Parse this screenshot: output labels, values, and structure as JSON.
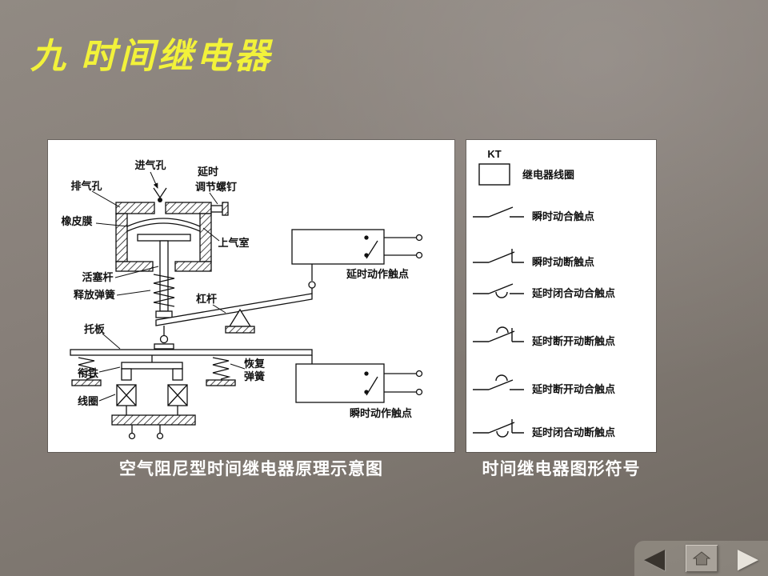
{
  "slide": {
    "title": "九  时间继电器",
    "captions": {
      "left": "空气阻尼型时间继电器原理示意图",
      "right": "时间继电器图形符号"
    }
  },
  "schematic": {
    "labels": {
      "intake_hole": "进气孔",
      "delay": "延时",
      "adjust_screw": "调节螺钉",
      "exhaust_hole": "排气孔",
      "rubber_membrane": "橡皮膜",
      "upper_air_chamber": "上气室",
      "piston_rod": "活塞杆",
      "release_spring": "释放弹簧",
      "lever": "杠杆",
      "support_plate": "托板",
      "recovery_spring_line1": "恢复",
      "recovery_spring_line2": "弹簧",
      "armature": "衔铁",
      "coil": "线圈",
      "delay_contact": "延时动作触点",
      "instant_contact": "瞬时动作触点"
    }
  },
  "symbols": {
    "kt": "KT",
    "coil_label": "继电器线圈",
    "rows": [
      {
        "label": "瞬时动合触点"
      },
      {
        "label": "瞬时动断触点"
      },
      {
        "label": "延时闭合动合触点"
      },
      {
        "label": "延时断开动断触点"
      },
      {
        "label": "延时断开动合触点"
      },
      {
        "label": "延时闭合动断触点"
      }
    ]
  },
  "nav": {
    "back_icon": "◀",
    "forward_icon": "▶"
  },
  "colors": {
    "title": "#f2f23a",
    "caption": "#ffffff",
    "panel_bg": "#ffffff",
    "ink": "#111111"
  }
}
